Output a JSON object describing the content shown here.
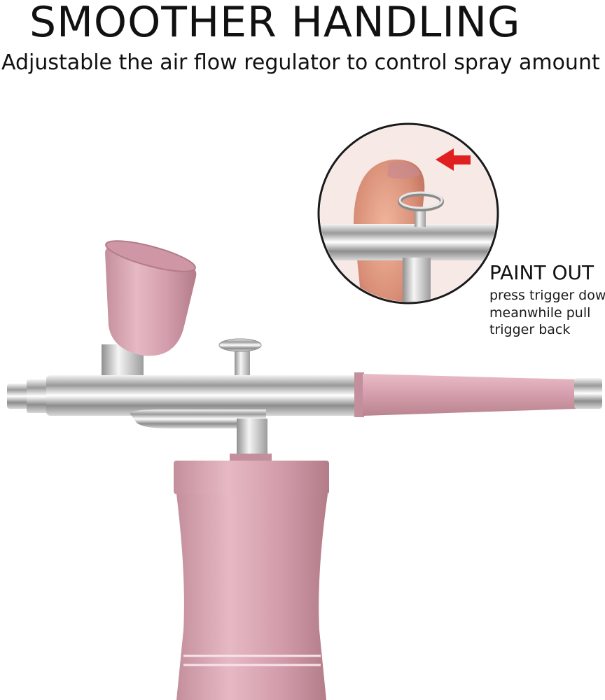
{
  "header": {
    "title": "SMOOTHER HANDLING",
    "subtitle": "Adjustable the air flow regulator to control spray amount"
  },
  "callout": {
    "title": "PAINT OUT",
    "lines": [
      "press trigger down",
      "meanwhile pull",
      "trigger back"
    ]
  },
  "product": {
    "body_color": "#d9a5b2",
    "body_shadow": "#b7818f",
    "chrome_color": "#c9c9c9",
    "arrow_color": "#e02020",
    "icon": "airbrush-pen"
  }
}
